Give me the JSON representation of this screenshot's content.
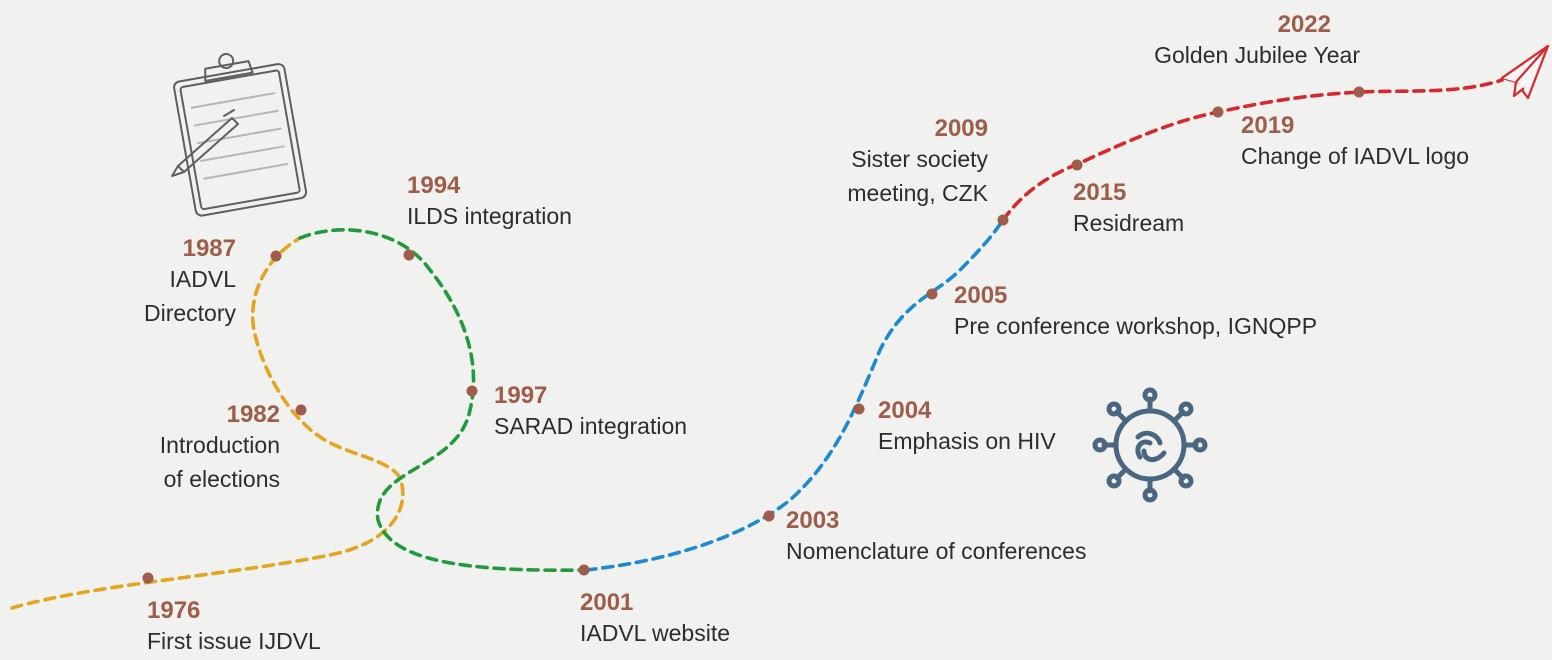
{
  "colors": {
    "year": "#9e5d4a",
    "label": "#2d2d2d",
    "segment_1976_1987": "#e3a520",
    "segment_1987_2001": "#1f9a3c",
    "segment_2001_2009": "#1b8ad0",
    "segment_2009_2022": "#d7282f",
    "virus_icon": "#4a6680",
    "background": "#f1f1ef"
  },
  "icons": [
    "clipboard-icon",
    "pen-icon",
    "virus-icon",
    "paper-plane-icon"
  ],
  "milestones": [
    {
      "year": "1976",
      "lines": [
        "First issue IJDVL"
      ]
    },
    {
      "year": "1982",
      "lines": [
        "Introduction",
        "of elections"
      ]
    },
    {
      "year": "1987",
      "lines": [
        "IADVL",
        "Directory"
      ]
    },
    {
      "year": "1994",
      "lines": [
        "ILDS integration"
      ]
    },
    {
      "year": "1997",
      "lines": [
        "SARAD integration"
      ]
    },
    {
      "year": "2001",
      "lines": [
        "IADVL website"
      ]
    },
    {
      "year": "2003",
      "lines": [
        "Nomenclature of conferences"
      ]
    },
    {
      "year": "2004",
      "lines": [
        "Emphasis on HIV"
      ]
    },
    {
      "year": "2005",
      "lines": [
        "Pre conference workshop, IGNQPP"
      ]
    },
    {
      "year": "2009",
      "lines": [
        "Sister society",
        "meeting, CZK"
      ]
    },
    {
      "year": "2015",
      "lines": [
        "Residream"
      ]
    },
    {
      "year": "2019",
      "lines": [
        "Change of IADVL logo"
      ]
    },
    {
      "year": "2022",
      "lines": [
        "Golden Jubilee Year"
      ]
    }
  ]
}
